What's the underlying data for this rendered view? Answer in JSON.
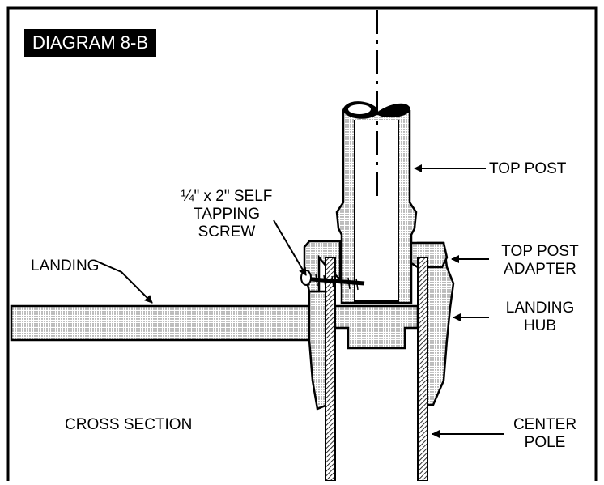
{
  "diagram": {
    "title": "DIAGRAM 8-B",
    "labels": {
      "top_post": "TOP POST",
      "screw_line1": "¼\" x 2\" SELF",
      "screw_line2": "TAPPING",
      "screw_line3": "SCREW",
      "landing": "LANDING",
      "adapter_line1": "TOP POST",
      "adapter_line2": "ADAPTER",
      "hub_line1": "LANDING",
      "hub_line2": "HUB",
      "cross_section": "CROSS SECTION",
      "pole_line1": "CENTER",
      "pole_line2": "POLE"
    }
  },
  "colors": {
    "ink": "#000000",
    "paper": "#ffffff",
    "stipple": "#b8b8b8"
  }
}
